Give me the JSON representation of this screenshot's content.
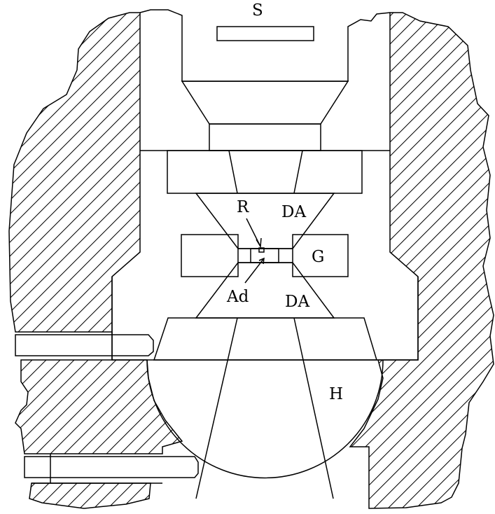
{
  "labels": {
    "top": "S",
    "upper_anvil_left": "R",
    "upper_anvil_right": "DA",
    "gasket": "G",
    "lower_anvil_left": "Ad",
    "lower_anvil_right": "DA",
    "chamber": "H"
  },
  "colors": {
    "stroke": "#000000",
    "background": "#ffffff"
  }
}
